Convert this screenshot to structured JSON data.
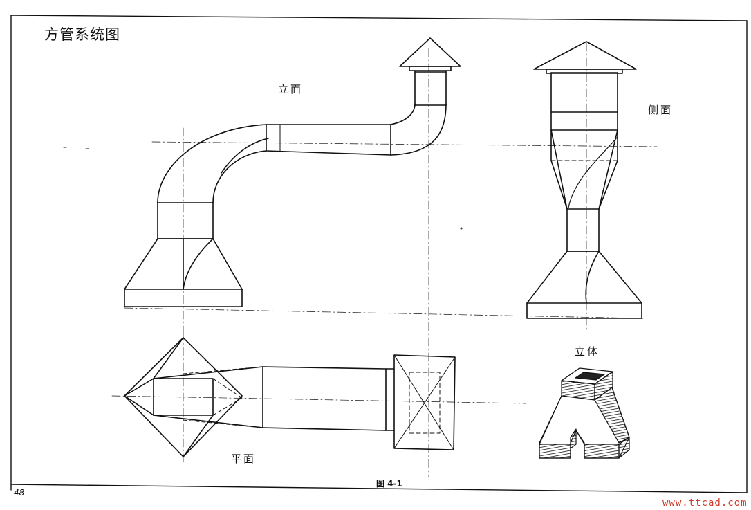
{
  "title": "方管系统图",
  "views": {
    "elevation": "立面",
    "side": "侧面",
    "plan": "平面",
    "isometric": "立体"
  },
  "caption": "图 4-1",
  "page_number": "48",
  "watermark": "www.ttcad.com"
}
